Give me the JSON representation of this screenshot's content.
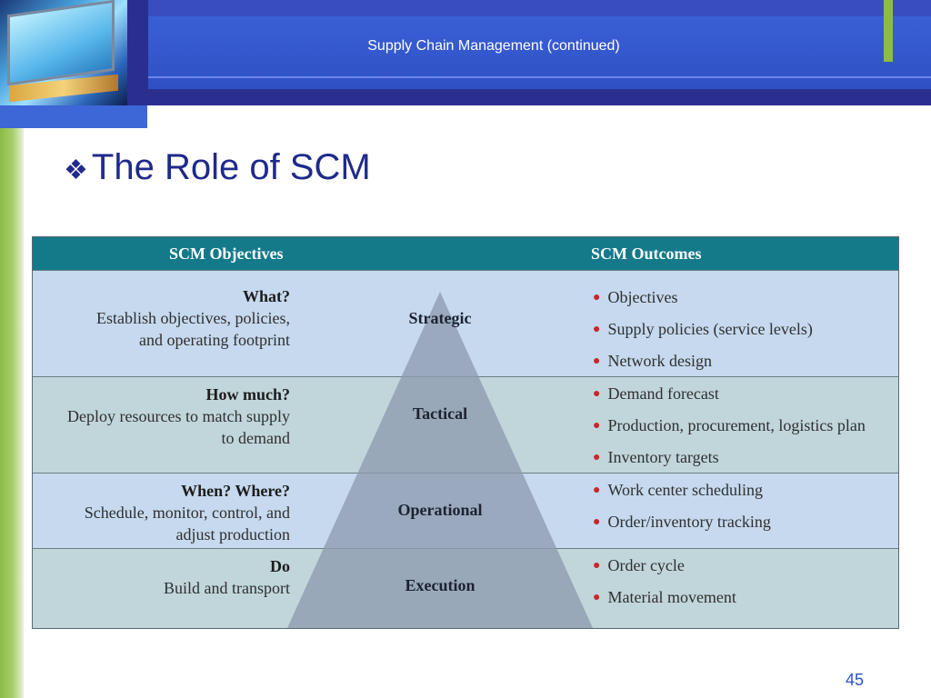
{
  "header": {
    "title": "Supply Chain Management (continued)"
  },
  "slide": {
    "heading": "The Role of SCM",
    "bullet_glyph": "❖",
    "page_number": "45"
  },
  "table": {
    "col_objectives": "SCM Objectives",
    "col_outcomes": "SCM Outcomes",
    "rows": [
      {
        "question": "What?",
        "line1": "Establish objectives, policies,",
        "line2": "and operating footprint",
        "level": "Strategic",
        "outcomes": [
          "Objectives",
          "Supply policies (service levels)",
          "Network design"
        ]
      },
      {
        "question": "How much?",
        "line1": "Deploy resources to match supply",
        "line2": "to demand",
        "level": "Tactical",
        "outcomes": [
          "Demand forecast",
          "Production, procurement, logistics plan",
          "Inventory targets"
        ]
      },
      {
        "question": "When? Where?",
        "line1": "Schedule, monitor, control, and",
        "line2": "adjust production",
        "level": "Operational",
        "outcomes": [
          "Work center scheduling",
          "Order/inventory tracking"
        ]
      },
      {
        "question": "Do",
        "line1": "Build and transport",
        "line2": "",
        "level": "Execution",
        "outcomes": [
          "Order cycle",
          "Material movement"
        ]
      }
    ]
  },
  "colors": {
    "header_blue": "#3a5fd6",
    "table_header": "#147a8a",
    "bullet_red": "#c62828",
    "heading_blue": "#1f2a8a"
  }
}
